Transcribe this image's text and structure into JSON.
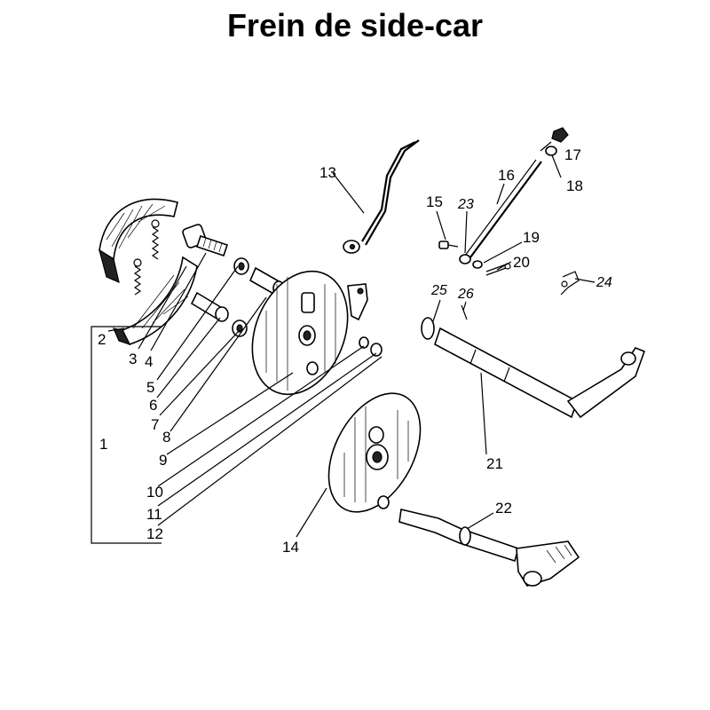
{
  "title": "Frein de side-car",
  "part_labels": {
    "p1": "1",
    "p2": "2",
    "p3": "3",
    "p4": "4",
    "p5": "5",
    "p6": "6",
    "p7": "7",
    "p8": "8",
    "p9": "9",
    "p10": "10",
    "p11": "11",
    "p12": "12",
    "p13": "13",
    "p14": "14",
    "p15": "15",
    "p16": "16",
    "p17": "17",
    "p18": "18",
    "p19": "19",
    "p20": "20",
    "p21": "21",
    "p22": "22",
    "p23": "23",
    "p24": "24",
    "p25": "25",
    "p26": "26"
  }
}
